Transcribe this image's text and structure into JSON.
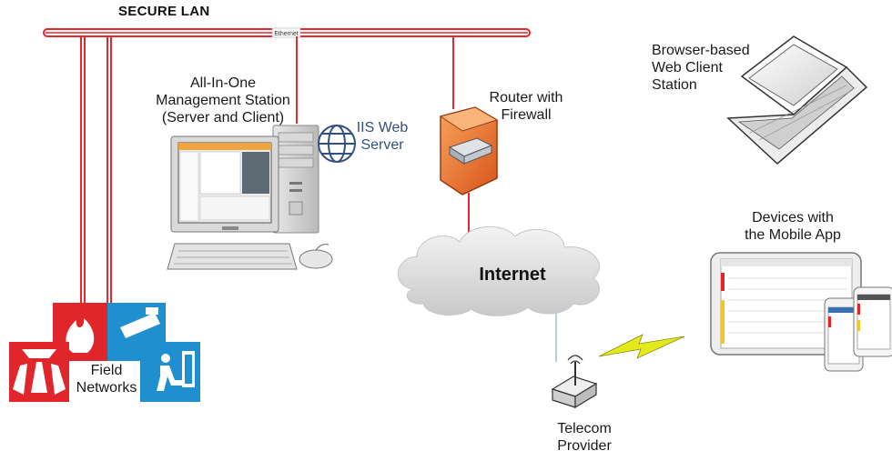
{
  "lan": {
    "title": "SECURE LAN",
    "bus_label": "Ethernet"
  },
  "nodes": {
    "management": {
      "label": [
        "All-In-One",
        "Management Station",
        "(Server and Client)"
      ]
    },
    "iis": {
      "label": [
        "IIS Web",
        "Server"
      ]
    },
    "router": {
      "label": [
        "Router with",
        "Firewall"
      ]
    },
    "internet": {
      "label": "Internet"
    },
    "browser": {
      "label": [
        "Browser-based",
        "Web Client",
        "Station"
      ]
    },
    "mobile": {
      "label": [
        "Devices with",
        "the Mobile App"
      ]
    },
    "field": {
      "label": [
        "Field",
        "Networks"
      ]
    },
    "telecom": {
      "label": [
        "Telecom",
        "Provider"
      ]
    }
  },
  "colors": {
    "link": "#e8262b",
    "bus": "#e8262b",
    "uplink": "#b8cbe0",
    "bolt": "#e5ea1e",
    "fire": "#e0262b",
    "security": "#1f8fcf",
    "router": "#ef6c1f"
  },
  "icons": [
    "ethernet-bus",
    "desktop-computer-icon",
    "globe-icon",
    "firewall-router-icon",
    "cloud-icon",
    "laptop-icon",
    "tablet-icon",
    "smartphone-icon",
    "fire-alarm-icon",
    "security-camera-icon",
    "wireless-router-icon",
    "lightning-bolt-icon"
  ]
}
